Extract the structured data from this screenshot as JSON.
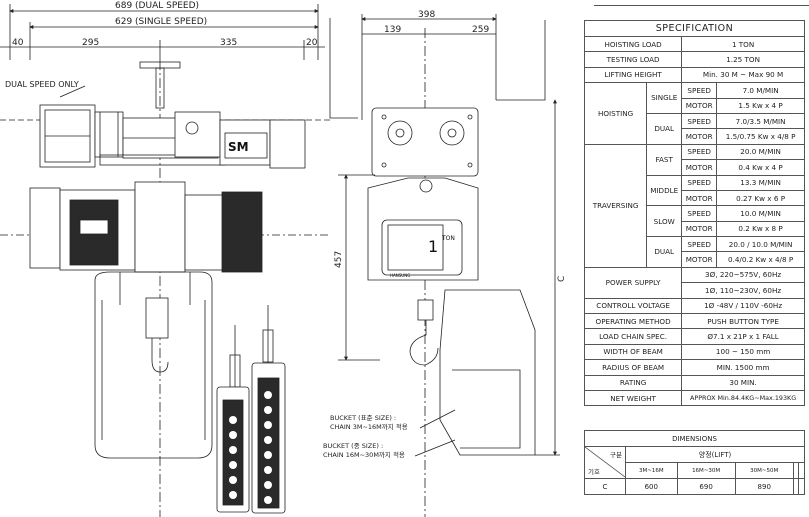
{
  "dimensions_left": {
    "dual_speed_width": "689 (DUAL SPEED)",
    "single_speed_width": "629 (SINGLE SPEED)",
    "seg_40": "40",
    "seg_295": "295",
    "seg_335": "335",
    "seg_20": "20",
    "dual_speed_only": "DUAL SPEED ONLY"
  },
  "dimensions_right": {
    "total_width": "398",
    "seg_139": "139",
    "seg_259": "259",
    "height_457": "457",
    "height_c": "C"
  },
  "nameplate": {
    "capacity": "1",
    "unit": "TON",
    "maker": "HANSUNG"
  },
  "logo_text": "SM",
  "bucket_notes": {
    "standard_line1": "BUCKET (표준 SIZE) :",
    "standard_line2": "CHAIN 3M~16M까지 적용",
    "medium_line1": "BUCKET (중 SIZE) :",
    "medium_line2": "CHAIN 16M~30M까지 적용"
  },
  "specification": {
    "title": "SPECIFICATION",
    "hoisting_load": {
      "label": "HOISTING LOAD",
      "value": "1  TON"
    },
    "testing_load": {
      "label": "TESTING LOAD",
      "value": "1.25  TON"
    },
    "lifting_height": {
      "label": "LIFTING HEIGHT",
      "value": "Min. 30 M ~ Max 90 M"
    },
    "hoisting": {
      "label": "HOISTING",
      "single": {
        "label": "SINGLE",
        "speed_key": "SPEED",
        "speed": "7.0  M/MIN",
        "motor_key": "MOTOR",
        "motor": "1.5 Kw x 4 P"
      },
      "dual": {
        "label": "DUAL",
        "speed_key": "SPEED",
        "speed": "7.0/3.5  M/MIN",
        "motor_key": "MOTOR",
        "motor": "1.5/0.75 Kw x 4/8 P"
      }
    },
    "traversing": {
      "label": "TRAVERSING",
      "fast": {
        "label": "FAST",
        "speed_key": "SPEED",
        "speed": "20.0 M/MIN",
        "motor_key": "MOTOR",
        "motor": "0.4 Kw x 4 P"
      },
      "middle": {
        "label": "MIDDLE",
        "speed_key": "SPEED",
        "speed": "13.3 M/MIN",
        "motor_key": "MOTOR",
        "motor": "0.27 Kw x 6 P"
      },
      "slow": {
        "label": "SLOW",
        "speed_key": "SPEED",
        "speed": "10.0 M/MIN",
        "motor_key": "MOTOR",
        "motor": "0.2 Kw x 8 P"
      },
      "dual": {
        "label": "DUAL",
        "speed_key": "SPEED",
        "speed": "20.0 / 10.0 M/MIN",
        "motor_key": "MOTOR",
        "motor": "0.4/0.2 Kw x 4/8 P"
      }
    },
    "power_supply": {
      "label": "POWER SUPPLY",
      "value1": "3Ø, 220~575V, 60Hz",
      "value2": "1Ø, 110~230V, 60Hz"
    },
    "control_voltage": {
      "label": "CONTROLL VOLTAGE",
      "value": "1Ø -48V / 110V -60Hz"
    },
    "operating_method": {
      "label": "OPERATING METHOD",
      "value": "PUSH BUTTON TYPE"
    },
    "load_chain": {
      "label": "LOAD CHAIN SPEC.",
      "value": "Ø7.1 x 21P x 1 FALL"
    },
    "beam_width": {
      "label": "WIDTH OF BEAM",
      "value": "100 ~ 150 mm"
    },
    "beam_radius": {
      "label": "RADIUS OF BEAM",
      "value": "MIN. 1500 mm"
    },
    "rating": {
      "label": "RATING",
      "value": "30 MIN."
    },
    "net_weight": {
      "label": "NET WEIGHT",
      "value": "APPROX  Min.84.4KG~Max.193KG"
    }
  },
  "dimension_table": {
    "title": "DIMENSIONS",
    "corner_top": "구분",
    "corner_bottom": "기호",
    "group": "양정(LIFT)",
    "columns": [
      "3M~16M",
      "16M~30M",
      "30M~50M",
      "",
      ""
    ],
    "rows": [
      {
        "symbol": "C",
        "values": [
          "600",
          "690",
          "890",
          "",
          ""
        ]
      }
    ]
  }
}
